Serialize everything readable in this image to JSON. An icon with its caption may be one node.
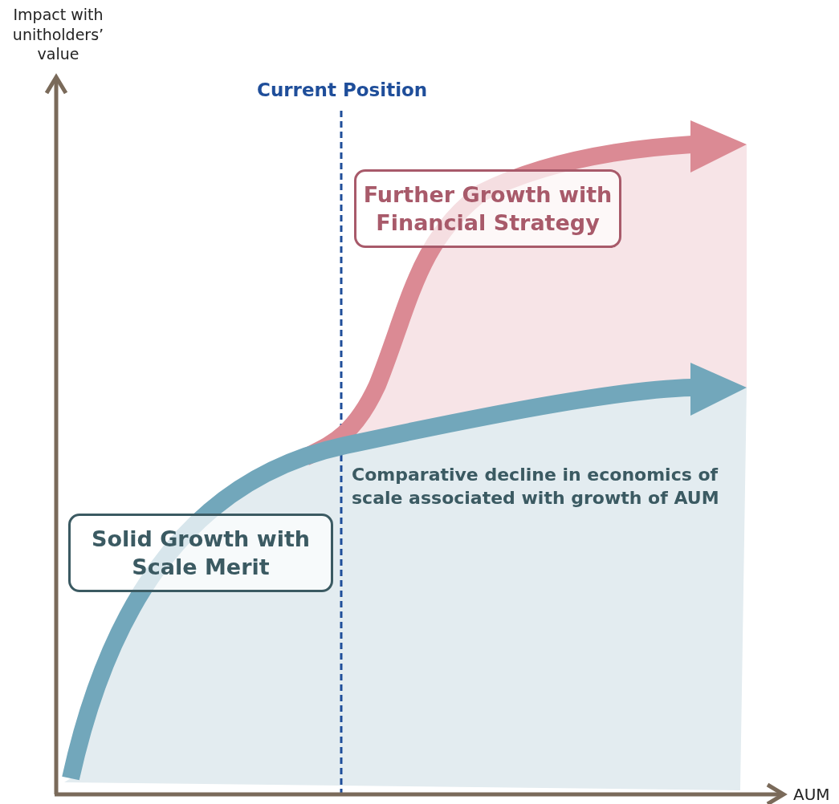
{
  "diagram": {
    "nodes": [
      {
        "text": [
          "Further Growth with Financial Strategy"
        ]
      },
      {
        "text": [
          "Solid Growth with Scale Merit"
        ]
      }
    ],
    "labels": [
      "Impact with unitholders’ value",
      "Current Position",
      "Comparative decline in economics of scale associated with growth of AUM",
      "AUM"
    ]
  }
}
